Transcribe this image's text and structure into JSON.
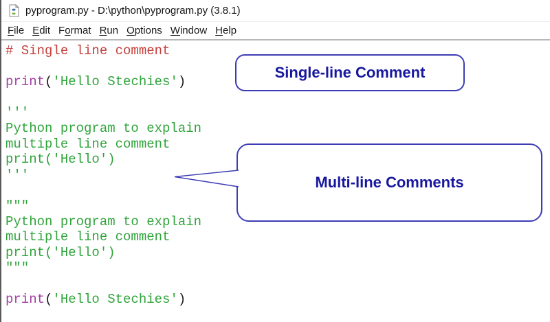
{
  "window": {
    "title": "pyprogram.py - D:\\python\\pyprogram.py (3.8.1)",
    "icon": "python-file-icon"
  },
  "menu": {
    "items": [
      {
        "label": "File",
        "underline": 0
      },
      {
        "label": "Edit",
        "underline": 0
      },
      {
        "label": "Format",
        "underline": 1
      },
      {
        "label": "Run",
        "underline": 0
      },
      {
        "label": "Options",
        "underline": 0
      },
      {
        "label": "Window",
        "underline": 0
      },
      {
        "label": "Help",
        "underline": 0
      }
    ]
  },
  "colors": {
    "comment": "#c5403c",
    "string": "#2fa33b",
    "keyword": "#a33ea3",
    "plain": "#1c1c1c",
    "callout_border": "#3c3cb4",
    "callout_text": "#17179f"
  },
  "editor": {
    "lines": [
      [
        {
          "text": "# Single line comment",
          "style": "comment"
        }
      ],
      [],
      [
        {
          "text": "print",
          "style": "keyword"
        },
        {
          "text": "(",
          "style": "plain"
        },
        {
          "text": "'Hello Stechies'",
          "style": "string"
        },
        {
          "text": ")",
          "style": "plain"
        }
      ],
      [],
      [
        {
          "text": "'''",
          "style": "string"
        }
      ],
      [
        {
          "text": "Python program to explain",
          "style": "string"
        }
      ],
      [
        {
          "text": "multiple line comment",
          "style": "string"
        }
      ],
      [
        {
          "text": "print('Hello')",
          "style": "string"
        }
      ],
      [
        {
          "text": "'''",
          "style": "string"
        }
      ],
      [],
      [
        {
          "text": "\"\"\"",
          "style": "string"
        }
      ],
      [
        {
          "text": "Python program to explain",
          "style": "string"
        }
      ],
      [
        {
          "text": "multiple line comment",
          "style": "string"
        }
      ],
      [
        {
          "text": "print('Hello')",
          "style": "string"
        }
      ],
      [
        {
          "text": "\"\"\"",
          "style": "string"
        }
      ],
      [],
      [
        {
          "text": "print",
          "style": "keyword"
        },
        {
          "text": "(",
          "style": "plain"
        },
        {
          "text": "'Hello Stechies'",
          "style": "string"
        },
        {
          "text": ")",
          "style": "plain"
        }
      ]
    ]
  },
  "callouts": [
    {
      "label": "Single-line Comment"
    },
    {
      "label": "Multi-line Comments"
    }
  ]
}
